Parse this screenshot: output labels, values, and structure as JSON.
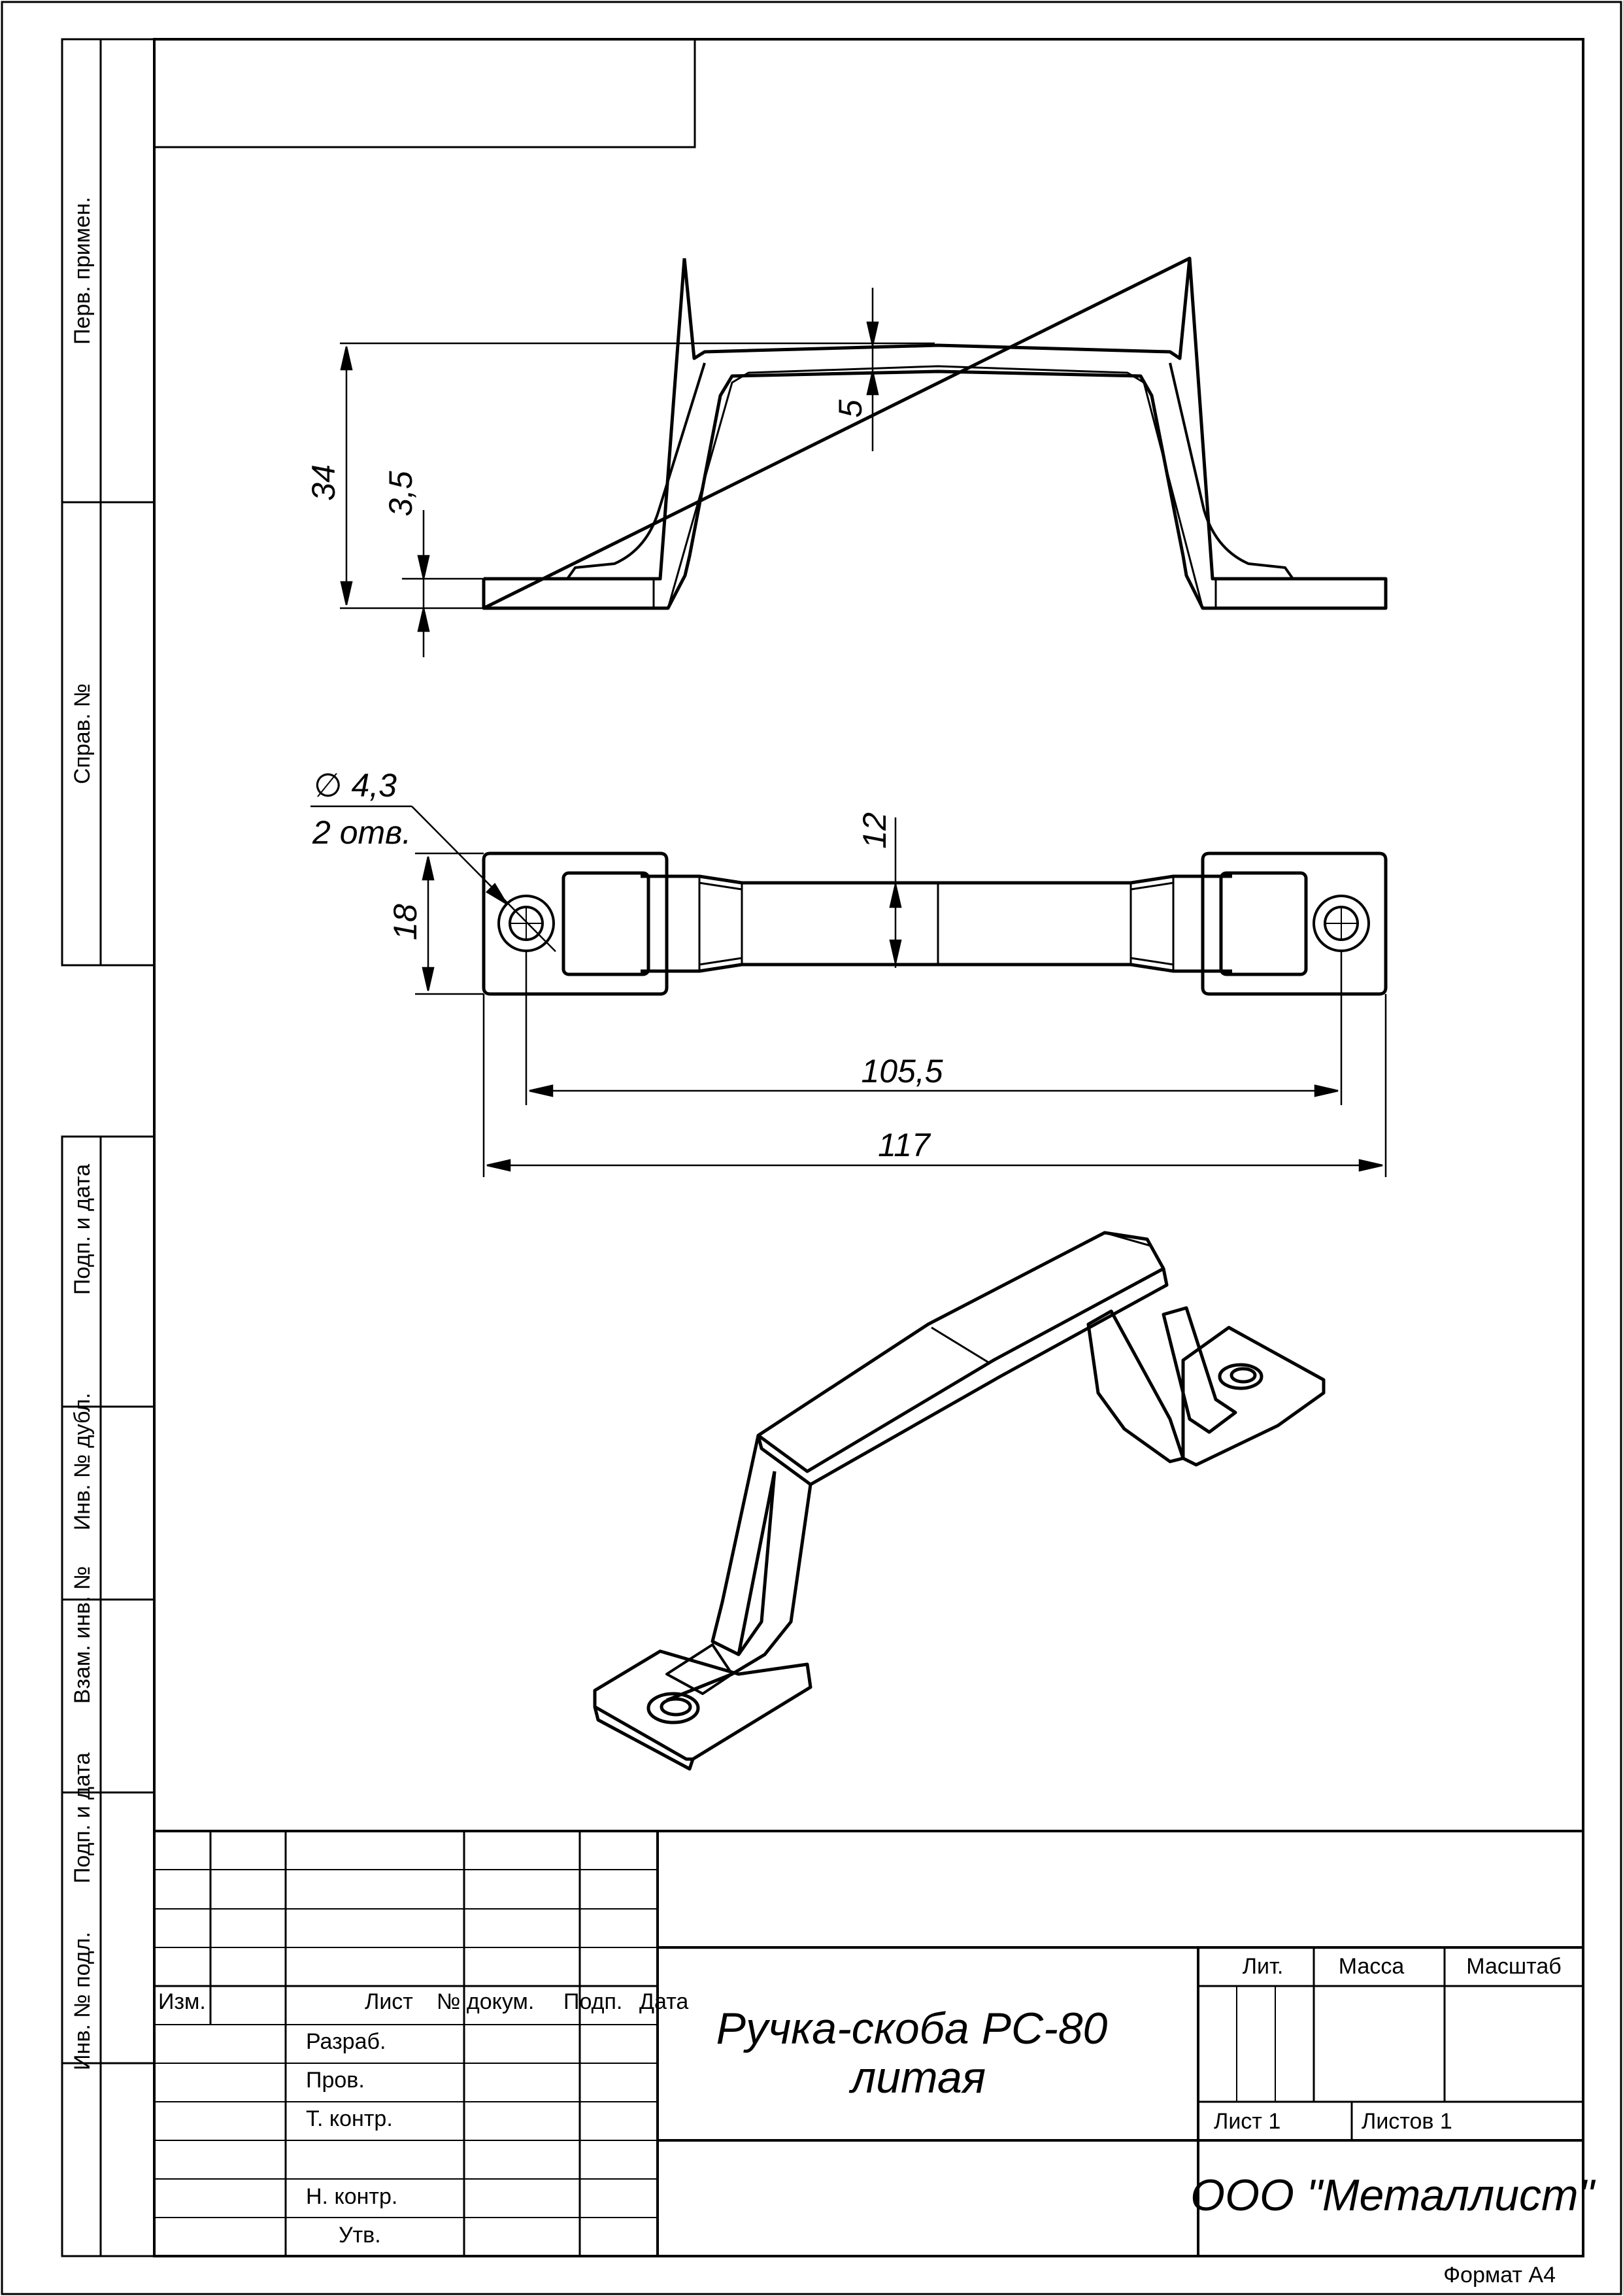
{
  "sidebar": {
    "perv_primen": "Перв. примен.",
    "sprav_no": "Справ. №",
    "podp_data_top": "Подп. и дата",
    "inv_dubl": "Инв. № дубл.",
    "vzam_inv": "Взам. инв. №",
    "podp_data_bottom": "Подп. и дата",
    "inv_podl": "Инв. № подл."
  },
  "dimensions": {
    "height_34": "34",
    "thickness_3_5": "3,5",
    "top_5": "5",
    "hole_dia": "∅ 4,3",
    "hole_count": "2 отв.",
    "width_12": "12",
    "width_18": "18",
    "span_105_5": "105,5",
    "length_117": "117"
  },
  "title_block": {
    "col_izm": "Изм.",
    "col_list": "Лист",
    "col_dokum": "№ докум.",
    "col_podp": "Подп.",
    "col_data": "Дата",
    "razrab": "Разраб.",
    "prov": "Пров.",
    "t_kontr": "Т. контр.",
    "n_kontr": "Н. контр.",
    "utv": "Утв.",
    "name_line1": "Ручка-скоба РС-80",
    "name_line2": "литая",
    "lit": "Лит.",
    "massa": "Масса",
    "masshtab": "Масштаб",
    "sheet": "Лист 1",
    "sheets": "Листов 1",
    "company": "ООО \"Металлист\""
  },
  "format": "Формат А4"
}
